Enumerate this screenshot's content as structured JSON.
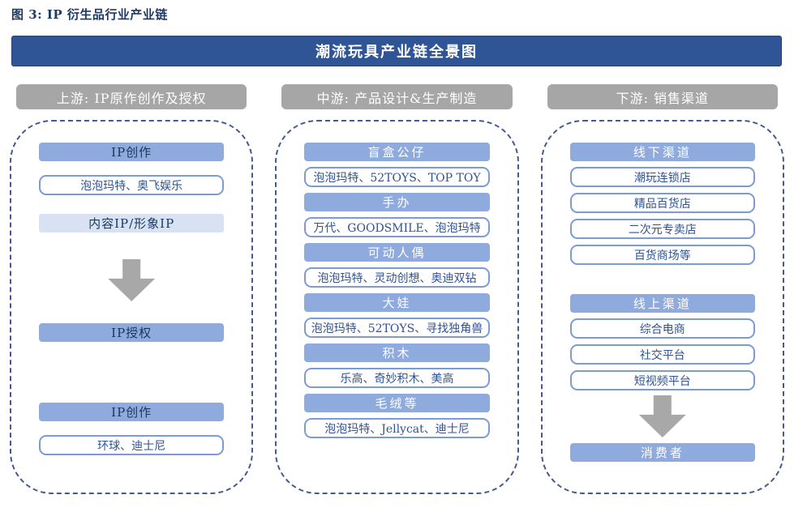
{
  "figure": {
    "caption": "图 3: IP 衍生品行业产业链",
    "main_header": "潮流玩具产业链全景图"
  },
  "colors": {
    "header_blue": "#2f5597",
    "bar_blue": "#8faadc",
    "tint_blue": "#d9e2f3",
    "outline_blue": "#7c9bd6",
    "stage_gray": "#a6a6a6",
    "arrow_gray": "#a8a8a8",
    "dark_text": "#17375e"
  },
  "columns": [
    {
      "id": "upstream",
      "header": "上游: IP原作创作及授权",
      "items": [
        {
          "kind": "bar",
          "dark": true,
          "label": "IP创作"
        },
        {
          "kind": "outline",
          "label": "泡泡玛特、奥飞娱乐"
        },
        {
          "kind": "tint",
          "label": "内容IP/形象IP"
        },
        {
          "kind": "arrow",
          "label": ""
        },
        {
          "kind": "bar",
          "dark": true,
          "label": "IP授权"
        },
        {
          "kind": "bar",
          "dark": true,
          "label": "IP创作"
        },
        {
          "kind": "outline",
          "label": "环球、迪士尼"
        }
      ]
    },
    {
      "id": "midstream",
      "header": "中游: 产品设计&生产制造",
      "items": [
        {
          "kind": "bar",
          "label": "盲盒公仔"
        },
        {
          "kind": "outline",
          "label": "泡泡玛特、52TOYS、TOP TOY"
        },
        {
          "kind": "bar",
          "label": "手办"
        },
        {
          "kind": "outline",
          "label": "万代、GOODSMILE、泡泡玛特"
        },
        {
          "kind": "bar",
          "label": "可动人偶"
        },
        {
          "kind": "outline",
          "label": "泡泡玛特、灵动创想、奥迪双钻"
        },
        {
          "kind": "bar",
          "label": "大娃"
        },
        {
          "kind": "outline",
          "label": "泡泡玛特、52TOYS、寻找独角兽"
        },
        {
          "kind": "bar",
          "label": "积木"
        },
        {
          "kind": "outline",
          "label": "乐高、奇妙积木、美高"
        },
        {
          "kind": "bar",
          "label": "毛绒等"
        },
        {
          "kind": "outline",
          "label": "泡泡玛特、Jellycat、迪士尼"
        }
      ]
    },
    {
      "id": "downstream",
      "header": "下游: 销售渠道",
      "items": [
        {
          "kind": "bar",
          "label": "线下渠道"
        },
        {
          "kind": "outline",
          "label": "潮玩连锁店"
        },
        {
          "kind": "outline",
          "label": "精品百货店"
        },
        {
          "kind": "outline",
          "label": "二次元专卖店"
        },
        {
          "kind": "outline",
          "label": "百货商场等"
        },
        {
          "kind": "bar",
          "label": "线上渠道"
        },
        {
          "kind": "outline",
          "label": "综合电商"
        },
        {
          "kind": "outline",
          "label": "社交平台"
        },
        {
          "kind": "outline",
          "label": "短视频平台"
        },
        {
          "kind": "arrow",
          "label": ""
        },
        {
          "kind": "bar",
          "label": "消费者"
        }
      ]
    }
  ]
}
